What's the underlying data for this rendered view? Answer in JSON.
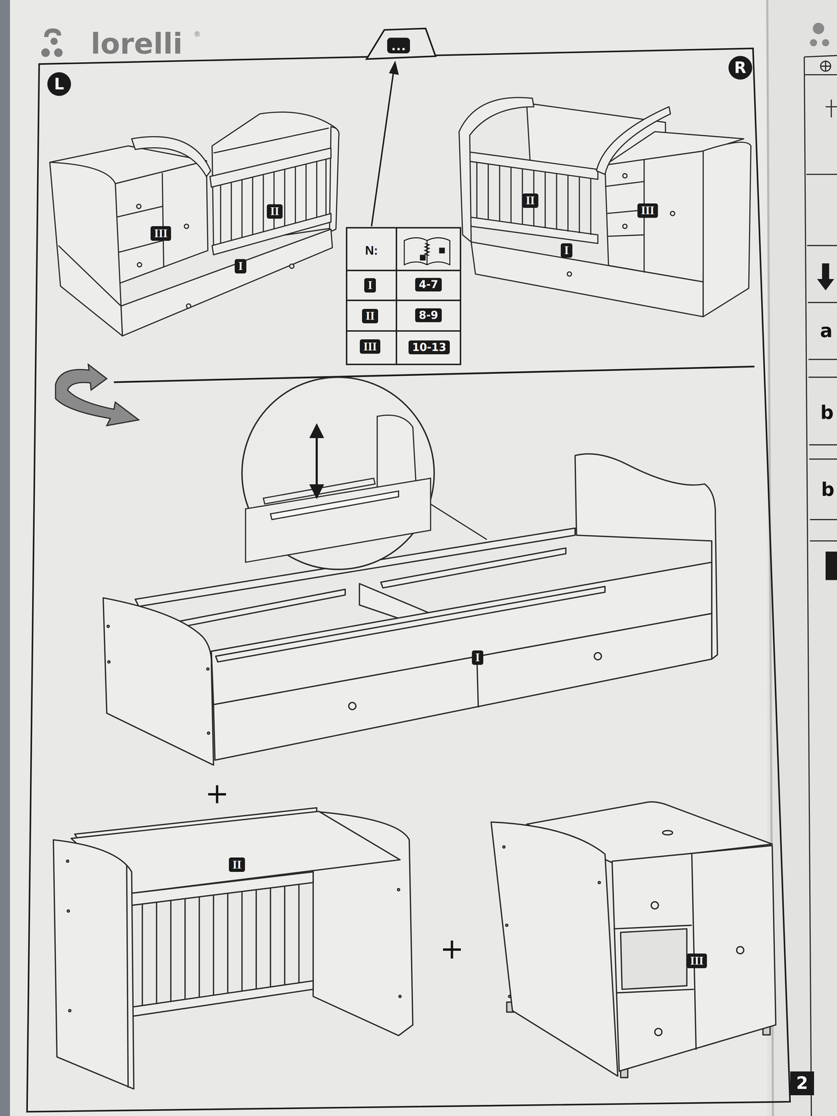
{
  "diagram": {
    "nodes": [
      {
        "text": [
          "L"
        ]
      },
      {
        "text": [
          "R"
        ]
      },
      {
        "text": [
          "2"
        ]
      }
    ],
    "labels": [
      "lorelli",
      "®",
      "III",
      "II",
      "I",
      "N:",
      "I",
      "4-7",
      "II",
      "8-9",
      "III",
      "10-13",
      "II",
      "III",
      "I",
      "I",
      "+",
      "II",
      "+",
      "III",
      "a",
      "b",
      "b"
    ]
  }
}
